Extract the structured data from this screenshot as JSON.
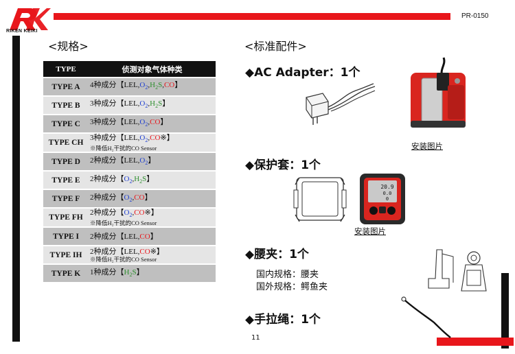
{
  "header": {
    "doc_number": "PR-0150",
    "logo_text": "RIKEN KEIKI"
  },
  "left": {
    "section_title": "<规格>",
    "table": {
      "col_type": "TYPE",
      "col_gas": "侦测对象气体种类",
      "rows": [
        {
          "type": "TYPE A",
          "prefix": "4种成分【",
          "gases": [
            {
              "t": "LEL,",
              "c": "k"
            },
            {
              "t": "O",
              "c": "b",
              "sub": "2"
            },
            {
              "t": ",",
              "c": "k"
            },
            {
              "t": "H",
              "c": "g",
              "sub": "2"
            },
            {
              "t": "S",
              "c": "g"
            },
            {
              "t": ",",
              "c": "k"
            },
            {
              "t": "CO",
              "c": "r"
            }
          ],
          "suffix": "】",
          "note": ""
        },
        {
          "type": "TYPE B",
          "prefix": "3种成分【",
          "gases": [
            {
              "t": "LEL,",
              "c": "k"
            },
            {
              "t": "O",
              "c": "b",
              "sub": "2"
            },
            {
              "t": ",",
              "c": "k"
            },
            {
              "t": "H",
              "c": "g",
              "sub": "2"
            },
            {
              "t": "S",
              "c": "g"
            }
          ],
          "suffix": "】",
          "note": ""
        },
        {
          "type": "TYPE C",
          "prefix": "3种成分【",
          "gases": [
            {
              "t": "LEL,",
              "c": "k"
            },
            {
              "t": "O",
              "c": "b",
              "sub": "2"
            },
            {
              "t": ",",
              "c": "k"
            },
            {
              "t": "CO",
              "c": "r"
            }
          ],
          "suffix": "】",
          "note": ""
        },
        {
          "type": "TYPE CH",
          "prefix": "3种成分【",
          "gases": [
            {
              "t": "LEL,",
              "c": "k"
            },
            {
              "t": "O",
              "c": "b",
              "sub": "2"
            },
            {
              "t": ",",
              "c": "k"
            },
            {
              "t": "CO",
              "c": "r"
            }
          ],
          "suffix": "※】",
          "note": "※降低H₂干扰的CO Sensor"
        },
        {
          "type": "TYPE D",
          "prefix": "2种成分【",
          "gases": [
            {
              "t": "LEL,",
              "c": "k"
            },
            {
              "t": "O",
              "c": "b",
              "sub": "2"
            }
          ],
          "suffix": "】",
          "note": ""
        },
        {
          "type": "TYPE E",
          "prefix": "2种成分【",
          "gases": [
            {
              "t": "O",
              "c": "b",
              "sub": "2"
            },
            {
              "t": ",",
              "c": "k"
            },
            {
              "t": "H",
              "c": "g",
              "sub": "2"
            },
            {
              "t": "S",
              "c": "g"
            }
          ],
          "suffix": "】",
          "note": ""
        },
        {
          "type": "TYPE F",
          "prefix": "2种成分【",
          "gases": [
            {
              "t": "O",
              "c": "b",
              "sub": "2"
            },
            {
              "t": ",",
              "c": "k"
            },
            {
              "t": "CO",
              "c": "r"
            }
          ],
          "suffix": "】",
          "note": ""
        },
        {
          "type": "TYPE FH",
          "prefix": "2种成分【",
          "gases": [
            {
              "t": "O",
              "c": "b",
              "sub": "2"
            },
            {
              "t": ",",
              "c": "k"
            },
            {
              "t": "CO",
              "c": "r"
            }
          ],
          "suffix": "※】",
          "note": "※降低H₂干扰的CO Sensor"
        },
        {
          "type": "TYPE I",
          "prefix": "2种成分【",
          "gases": [
            {
              "t": "LEL,",
              "c": "k"
            },
            {
              "t": "CO",
              "c": "r"
            }
          ],
          "suffix": "】",
          "note": ""
        },
        {
          "type": "TYPE IH",
          "prefix": "2种成分【",
          "gases": [
            {
              "t": "LEL,",
              "c": "k"
            },
            {
              "t": "CO",
              "c": "r"
            }
          ],
          "suffix": "※】",
          "note": "※降低H₂干扰的CO Sensor"
        },
        {
          "type": "TYPE K",
          "prefix": "1种成分【",
          "gases": [
            {
              "t": "H",
              "c": "g",
              "sub": "2"
            },
            {
              "t": "S",
              "c": "g"
            }
          ],
          "suffix": "】",
          "note": ""
        }
      ]
    }
  },
  "right": {
    "section_title": "<标准配件>",
    "ac_adapter": "◆AC Adapter：1个",
    "install_photo_1": "安装图片",
    "protector": "◆保护套：1个",
    "install_photo_2": "安装图片",
    "clip": "◆腰夹：1个",
    "clip_domestic": "国内规格：腰夹",
    "clip_overseas": "国外规格：鳄鱼夹",
    "strap": "◆手拉绳：1个",
    "device_display": {
      "reading_top": "20.9",
      "reading_mid": "0.0",
      "reading_bottom": "0"
    }
  },
  "footer": {
    "page_number": "11"
  },
  "colors": {
    "brand_red": "#e8161b",
    "gas_blue": "#1f3fd1",
    "gas_green": "#2f8f2f",
    "gas_red": "#e8161b"
  }
}
